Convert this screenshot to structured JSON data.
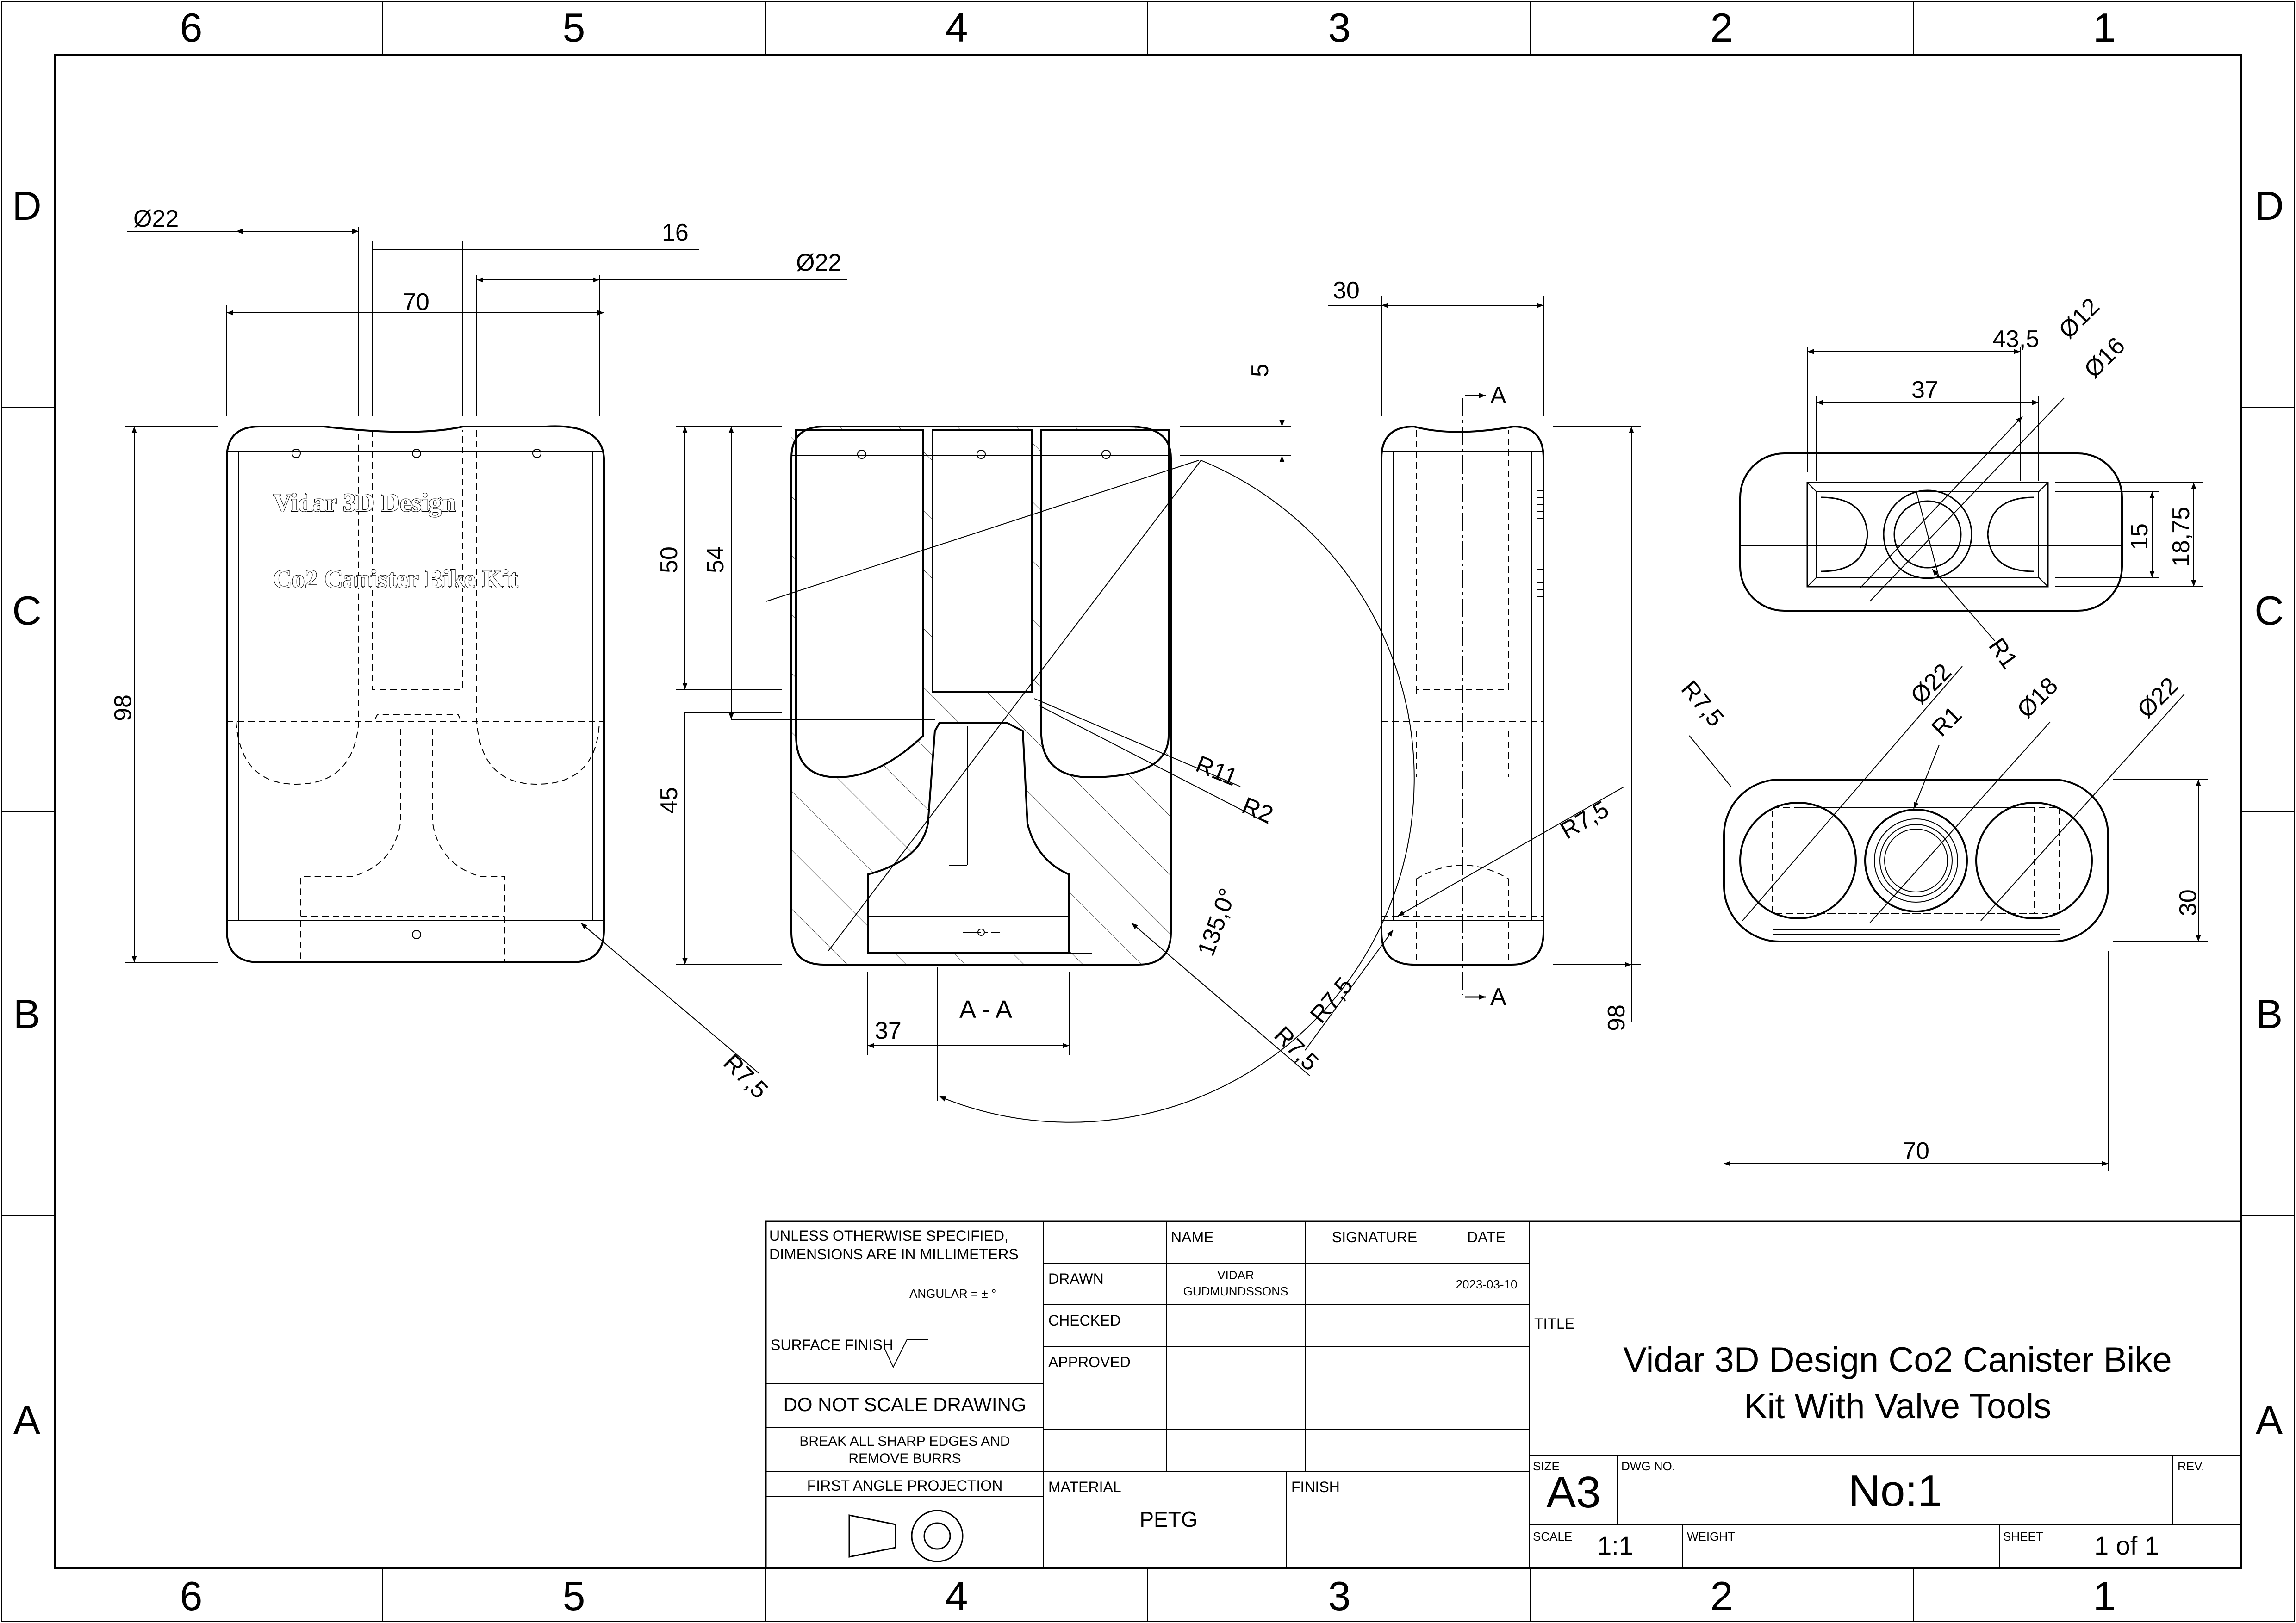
{
  "border": {
    "columns": [
      "6",
      "5",
      "4",
      "3",
      "2",
      "1"
    ],
    "rows": [
      "D",
      "C",
      "B",
      "A"
    ]
  },
  "views": {
    "front": {
      "dims": [
        "Ø22",
        "16",
        "Ø22",
        "70",
        "98",
        "R7,5"
      ],
      "engraving": [
        "Vidar 3D Design",
        "Co2 Canister Bike Kit"
      ]
    },
    "section": {
      "dims": [
        "5",
        "50",
        "54",
        "45",
        "R11",
        "R2",
        "135,0°",
        "R7,5",
        "37"
      ],
      "label": "A - A"
    },
    "side": {
      "dims": [
        "30",
        "98",
        "R7,5",
        "R7,5"
      ],
      "cut_marks": [
        "A",
        "A"
      ]
    },
    "top": {
      "dims": [
        "43,5",
        "Ø12",
        "Ø16",
        "37",
        "15",
        "18,75",
        "R1"
      ]
    },
    "bottom": {
      "dims": [
        "R7,5",
        "Ø22",
        "R1",
        "Ø18",
        "Ø22",
        "30",
        "70"
      ]
    }
  },
  "title_block": {
    "spec_line1": "UNLESS OTHERWISE SPECIFIED,",
    "spec_line2": "DIMENSIONS ARE IN MILLIMETERS",
    "angular": "ANGULAR = ± °",
    "surface_finish": "SURFACE FINISH",
    "do_not_scale": "DO NOT SCALE DRAWING",
    "break_edges_1": "BREAK ALL SHARP EDGES AND",
    "break_edges_2": "REMOVE BURRS",
    "projection": "FIRST ANGLE PROJECTION",
    "headers": {
      "name": "NAME",
      "signature": "SIGNATURE",
      "date": "DATE"
    },
    "rows": {
      "drawn": "DRAWN",
      "checked": "CHECKED",
      "approved": "APPROVED"
    },
    "drawn_name_1": "VIDAR",
    "drawn_name_2": "GUDMUNDSSONS",
    "drawn_date": "2023-03-10",
    "material_label": "MATERIAL",
    "material": "PETG",
    "finish_label": "FINISH",
    "title_label": "TITLE",
    "title_line1": "Vidar 3D Design Co2 Canister Bike",
    "title_line2": "Kit With Valve Tools",
    "size_label": "SIZE",
    "size": "A3",
    "dwg_label": "DWG NO.",
    "dwg_no": "No:1",
    "rev_label": "REV.",
    "scale_label": "SCALE",
    "scale": "1:1",
    "weight_label": "WEIGHT",
    "sheet_label": "SHEET",
    "sheet": "1 of 1"
  }
}
